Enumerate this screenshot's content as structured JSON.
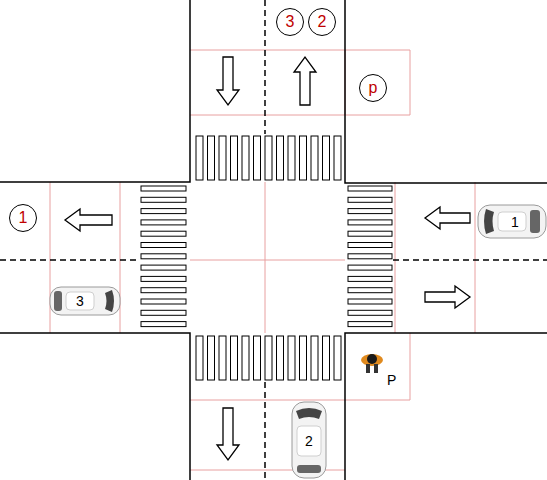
{
  "diagram": {
    "nodes": [
      {
        "text": [
          "3"
        ]
      },
      {
        "text": [
          "2"
        ]
      },
      {
        "text": [
          "p"
        ]
      },
      {
        "text": [
          "1"
        ]
      }
    ],
    "labels": [
      "1",
      "3",
      "P",
      "2"
    ]
  }
}
